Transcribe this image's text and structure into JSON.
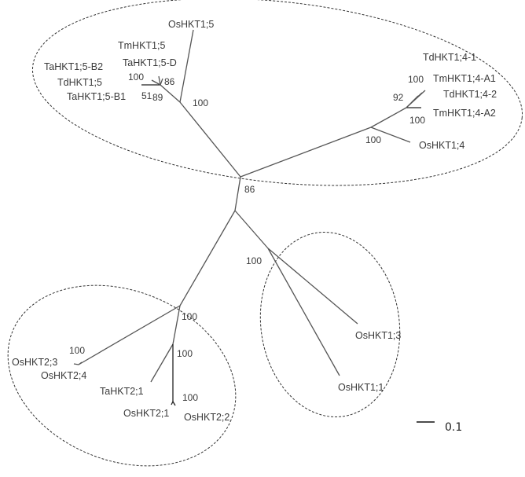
{
  "tree": {
    "taxa": {
      "oshkt15": "OsHKT1;5",
      "tmhkt15": "TmHKT1;5",
      "tahkt15d": "TaHKT1;5-D",
      "tahkt15b2": "TaHKT1;5-B2",
      "tdhkt15": "TdHKT1;5",
      "tahkt15b1": "TaHKT1;5-B1",
      "tdhkt141": "TdHKT1;4-1",
      "tmhkt14a1": "TmHKT1;4-A1",
      "tdhkt142": "TdHKT1;4-2",
      "tmhkt14a2": "TmHKT1;4-A2",
      "oshkt14": "OsHKT1;4",
      "oshkt13": "OsHKT1;3",
      "oshkt11": "OsHKT1;1",
      "oshkt23": "OsHKT2;3",
      "oshkt24": "OsHKT2;4",
      "tahkt21": "TaHKT2;1",
      "oshkt21": "OsHKT2;1",
      "oshkt22": "OsHKT2;2"
    },
    "bootstrap": {
      "hkt15_b2_td": "100",
      "hkt15_inner": "86",
      "hkt15_b1": "51",
      "hkt15_b1b": "89",
      "hkt15_clade": "100",
      "hkt14_a1": "100",
      "hkt14_inner": "92",
      "hkt14_a2": "100",
      "hkt14_clade": "100",
      "root": "86",
      "hkt11_13": "100",
      "hkt2_clade": "100",
      "hkt23_24": "100",
      "hkt2_sub": "100",
      "hkt21_22": "100"
    },
    "scale_bar": "0.1"
  }
}
